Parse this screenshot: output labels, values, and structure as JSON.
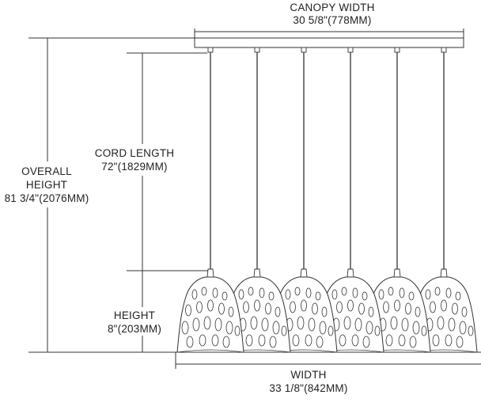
{
  "dimensions": {
    "canopy_width": {
      "title": "CANOPY WIDTH",
      "value": "30 5/8\"(778MM)"
    },
    "cord_length": {
      "title": "CORD LENGTH",
      "value": "72\"(1829MM)"
    },
    "overall_height": {
      "title_line1": "OVERALL",
      "title_line2": "HEIGHT",
      "value": "81 3/4\"(2076MM)"
    },
    "height": {
      "title": "HEIGHT",
      "value": "8\"(203MM)"
    },
    "width": {
      "title": "WIDTH",
      "value": "33 1/8\"(842MM)"
    }
  },
  "fixture": {
    "pendant_count": 6
  },
  "colors": {
    "line": "#333333",
    "text": "#222222"
  }
}
